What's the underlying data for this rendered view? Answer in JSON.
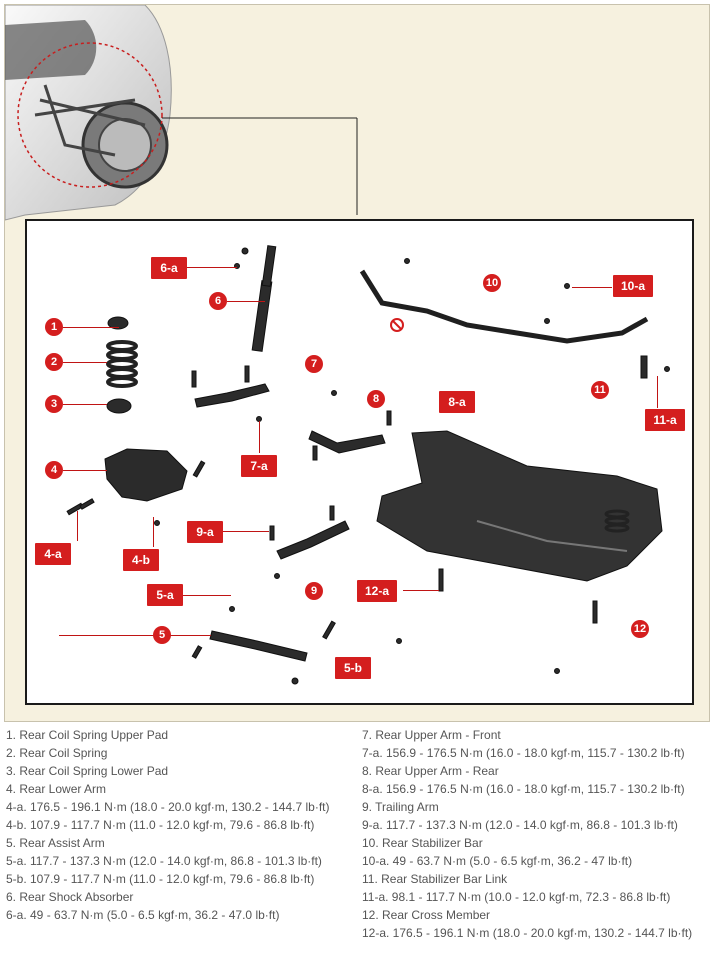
{
  "diagram": {
    "callouts": {
      "c1": "1",
      "c2": "2",
      "c3": "3",
      "c4": "4",
      "c5": "5",
      "c6": "6",
      "c7": "7",
      "c8": "8",
      "c9": "9",
      "c10": "10",
      "c11": "11",
      "c12": "12",
      "c4a": "4-a",
      "c4b": "4-b",
      "c5a": "5-a",
      "c5b": "5-b",
      "c6a": "6-a",
      "c7a": "7-a",
      "c8a": "8-a",
      "c9a": "9-a",
      "c10a": "10-a",
      "c11a": "11-a",
      "c12a": "12-a"
    },
    "colors": {
      "callout": "#d41e1e",
      "panel_border": "#1a1a1a",
      "background": "#f6f1df"
    }
  },
  "legend": {
    "left": [
      "1. Rear Coil Spring Upper Pad",
      "2. Rear Coil Spring",
      "3. Rear Coil Spring Lower Pad",
      "4. Rear Lower Arm",
      "4-a. 176.5 - 196.1 N·m (18.0 - 20.0 kgf·m, 130.2 - 144.7 lb·ft)",
      "4-b. 107.9 - 117.7 N·m (11.0 - 12.0 kgf·m, 79.6 - 86.8 lb·ft)",
      "5. Rear Assist Arm",
      "5-a. 117.7 - 137.3 N·m (12.0 - 14.0 kgf·m, 86.8 - 101.3 lb·ft)",
      "5-b. 107.9 - 117.7 N·m (11.0 - 12.0 kgf·m, 79.6 - 86.8 lb·ft)",
      "6. Rear Shock Absorber",
      "6-a. 49 - 63.7 N·m (5.0 - 6.5 kgf·m, 36.2 - 47.0 lb·ft)"
    ],
    "right": [
      "7. Rear Upper Arm - Front",
      "7-a. 156.9 - 176.5 N·m (16.0 - 18.0 kgf·m, 115.7 - 130.2 lb·ft)",
      "8. Rear Upper Arm - Rear",
      "8-a. 156.9 - 176.5 N·m (16.0 - 18.0 kgf·m, 115.7 - 130.2 lb·ft)",
      "9. Trailing Arm",
      "9-a. 117.7 - 137.3 N·m (12.0 - 14.0 kgf·m, 86.8 - 101.3 lb·ft)",
      "10. Rear Stabilizer Bar",
      "10-a. 49 - 63.7 N·m (5.0 - 6.5 kgf·m, 36.2 - 47 lb·ft)",
      "11. Rear Stabilizer Bar Link",
      "11-a. 98.1 - 117.7 N·m (10.0 - 12.0 kgf·m, 72.3 - 86.8 lb·ft)",
      "12. Rear Cross Member",
      "12-a. 176.5 - 196.1 N·m (18.0 - 20.0 kgf·m, 130.2 - 144.7 lb·ft)"
    ]
  }
}
